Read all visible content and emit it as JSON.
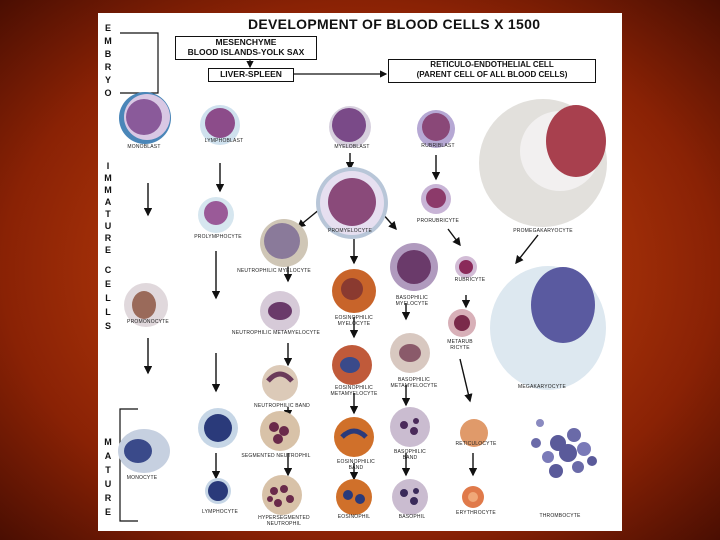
{
  "title": "DEVELOPMENT OF BLOOD CELLS X 1500",
  "origin_box": {
    "line1": "MESENCHYME",
    "line2": "BLOOD ISLANDS-YOLK SAX"
  },
  "liver_box": "LIVER-SPLEEN",
  "reticulo_box": {
    "line1": "RETICULO-ENDOTHELIAL CELL",
    "line2": "(PARENT CELL OF ALL BLOOD CELLS)"
  },
  "sections": {
    "embryo": [
      "E",
      "M",
      "B",
      "R",
      "Y",
      "O"
    ],
    "immature": [
      "I",
      "M",
      "M",
      "A",
      "T",
      "U",
      "R",
      "E"
    ],
    "cells": [
      "C",
      "E",
      "L",
      "L",
      "S"
    ],
    "mature": [
      "M",
      "A",
      "T",
      "U",
      "R",
      "E"
    ]
  },
  "cell_labels": {
    "monoblast": "MONOBLAST",
    "lymphoblast": "LYMPHOBLAST",
    "myeloblast": "MYELOBLAST",
    "rubriblast": "RUBRIBLAST",
    "prolymphocyte": "PROLYMPHOCYTE",
    "promyelocyte": "PROMYELOCYTE",
    "prorubricyte": "PRORUBRICYTE",
    "promegakaryocyte": "PROMEGAKARYOCYTE",
    "neutrophilic_myelocyte": "NEUTROPHILIC MYELOCYTE",
    "rubricyte": "RUBRICYTE",
    "eosinophilic_myelocyte": "EOSINOPHILIC MYELOCYTE",
    "basophilic_myelocyte": "BASOPHILIC MYELOCYTE",
    "promonocyte": "PROMONOCYTE",
    "neutrophilic_metamyelocyte": "NEUTROPHILIC METAMYELOCYTE",
    "metarubricyte": "METARUBRICYTE",
    "basophilic_metamyelocyte": "BASOPHILIC METAMYELOCYTE",
    "eosinophilic_metamyelocyte": "EOSINOPHILIC METAMYELOCYTE",
    "neutrophilic_band": "NEUTROPHILIC BAND",
    "megakaryocyte": "MEGAKARYOCYTE",
    "monocyte": "MONOCYTE",
    "segmented_neutrophil": "SEGMENTED NEUTROPHIL",
    "eosinophilic_band": "EOSINOPHILIC BAND",
    "basophilic_band": "BASOPHILIC BAND",
    "reticulocyte": "RETICULOCYTE",
    "lymphocyte": "LYMPHOCYTE",
    "hypersegmented_neutrophil": "HYPERSEGMENTED NEUTROPHIL",
    "eosinophil": "EOSINOPHIL",
    "basophil": "BASOPHIL",
    "erythrocyte": "ERYTHROCYTE",
    "thrombocyte": "THROMBOCYTE"
  },
  "colors": {
    "slide_bg": "#b2380a",
    "panel_bg": "#ffffff",
    "nucleus": "#7a3a78",
    "eosin": "#c8642a"
  }
}
